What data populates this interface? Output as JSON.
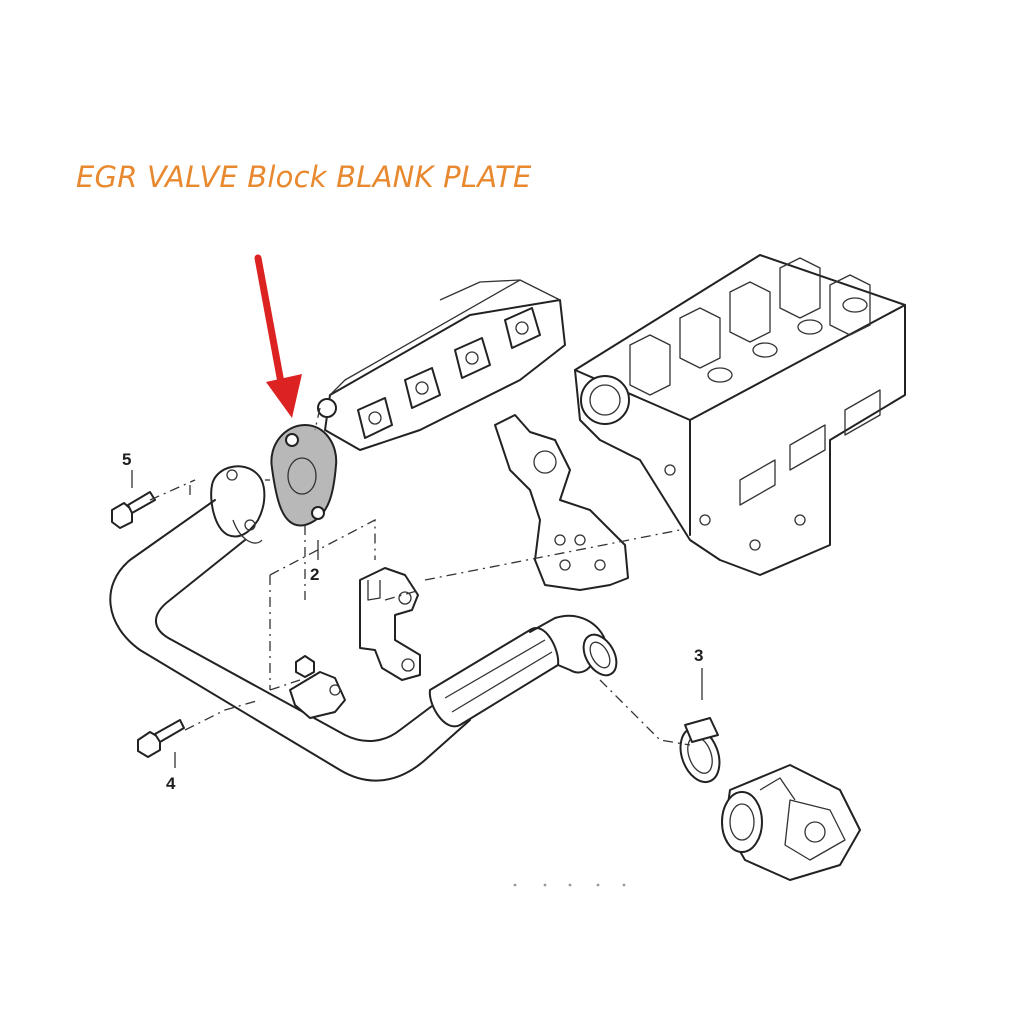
{
  "title": "EGR VALVE Block BLANK PLATE",
  "callouts": [
    "2",
    "3",
    "4",
    "5"
  ],
  "colors": {
    "title": "#e8892f",
    "arrow": "#dd2222",
    "blank_plate": "#b8b8b8",
    "line": "#222222"
  }
}
